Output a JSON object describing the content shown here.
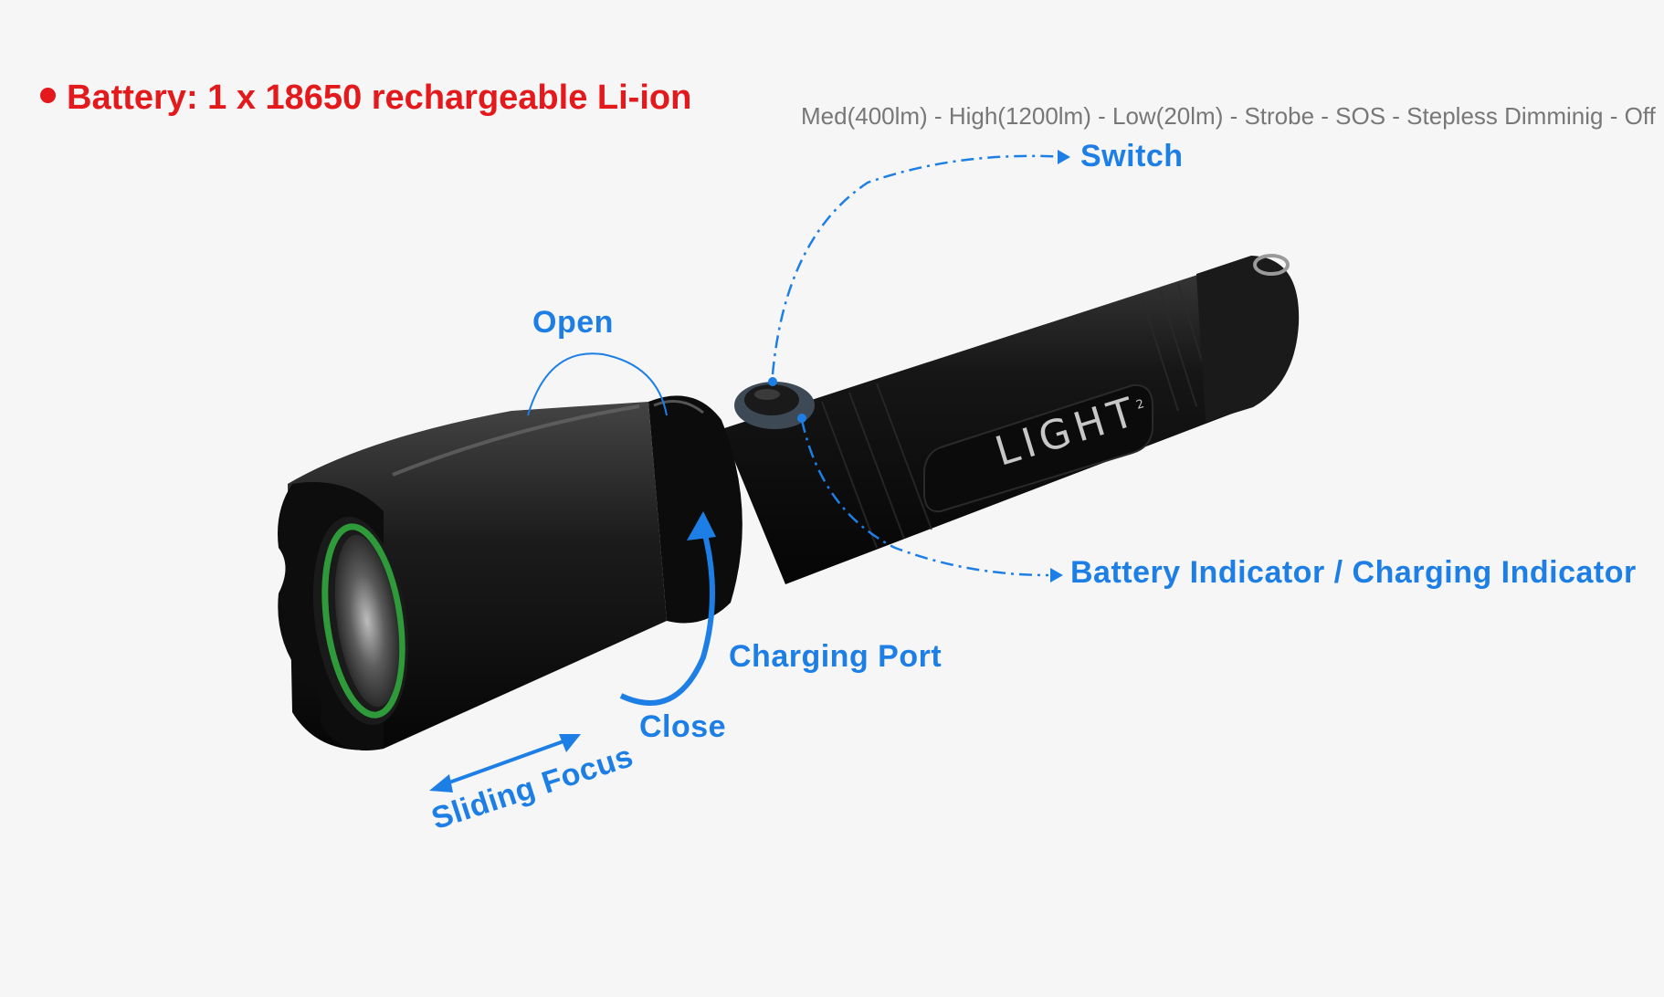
{
  "battery_note": "Battery: 1 x 18650 rechargeable Li-ion",
  "modes": "Med(400lm) - High(1200lm) - Low(20lm) - Strobe - SOS - Stepless Dimminig - Off",
  "labels": {
    "switch": "Switch",
    "open": "Open",
    "close": "Close",
    "battery_indicator": "Battery Indicator / Charging Indicator",
    "charging_port": "Charging Port",
    "sliding_focus": "Sliding Focus"
  },
  "brand": {
    "logo": "LIGHT",
    "logo_sup": "2"
  },
  "colors": {
    "background": "#f6f6f6",
    "accent_blue": "#1d7fe6",
    "battery_red": "#e3191c",
    "modes_gray": "#777777",
    "body": "#141414",
    "lens_green": "#2e9a3a"
  }
}
